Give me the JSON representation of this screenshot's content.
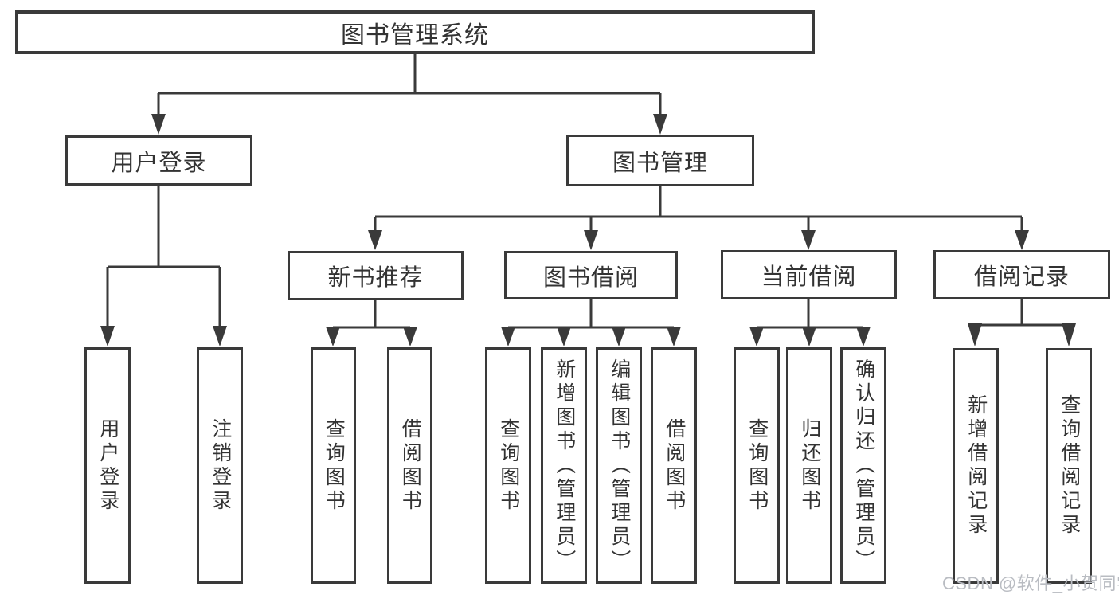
{
  "diagram": {
    "root": {
      "label": "图书管理系统",
      "children": [
        {
          "label": "用户登录",
          "children": [
            {
              "label": "用户登录"
            },
            {
              "label": "注销登录"
            }
          ]
        },
        {
          "label": "图书管理",
          "children": [
            {
              "label": "新书推荐",
              "children": [
                {
                  "label": "查询图书"
                },
                {
                  "label": "借阅图书"
                }
              ]
            },
            {
              "label": "图书借阅",
              "children": [
                {
                  "label": "查询图书"
                },
                {
                  "label": "新增图书（管理员）"
                },
                {
                  "label": "编辑图书（管理员）"
                },
                {
                  "label": "借阅图书"
                }
              ]
            },
            {
              "label": "当前借阅",
              "children": [
                {
                  "label": "查询图书"
                },
                {
                  "label": "归还图书"
                },
                {
                  "label": "确认归还（管理员）"
                }
              ]
            },
            {
              "label": "借阅记录",
              "children": [
                {
                  "label": "新增借阅记录"
                },
                {
                  "label": "查询借阅记录"
                }
              ]
            }
          ]
        }
      ]
    }
  },
  "watermark": {
    "text": "CSDN @软件_小贺同学"
  },
  "colors": {
    "line": "#3a3a3a",
    "text": "#333333",
    "watermark": "#b9bcc2",
    "background": "#ffffff"
  }
}
